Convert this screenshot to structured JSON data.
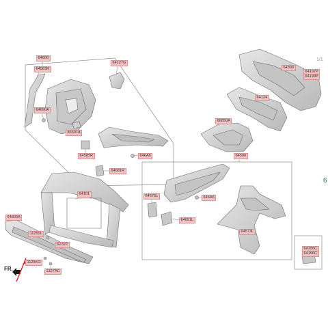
{
  "page_indicator": "1/1",
  "front_label": "FR.",
  "cut_edge_text": "6",
  "labels": {
    "l64600": "64600",
    "l64583R": "64583R",
    "l64127G": "64127G",
    "l64690A": "64690A",
    "l86591A": "86591A",
    "l64585R": "64585R",
    "l646A6a": "646A6",
    "l64681R": "64681R",
    "l64300": "64300",
    "l64197P": "64197P",
    "l64198P": "64198P",
    "l64124": "64124",
    "l66850A": "66850A",
    "l64500": "64500",
    "l64101": "64101",
    "l64575L": "64575L",
    "l646A6b": "646A6",
    "l64651L": "64651L",
    "l64573L": "64573L",
    "l64800A": "64800A",
    "l11250L": "11250L",
    "l62322": "62322",
    "l1125KO": "1125KO",
    "l1327AC": "1327AC",
    "l64156C": "64156C",
    "l64166C": "64166C"
  },
  "colors": {
    "part_fill": "#d6d6d6",
    "part_stroke": "#6b6b6b",
    "leader": "#7a7a7a",
    "label_bg": "#f3c3c3",
    "arrow": "#d62020"
  }
}
